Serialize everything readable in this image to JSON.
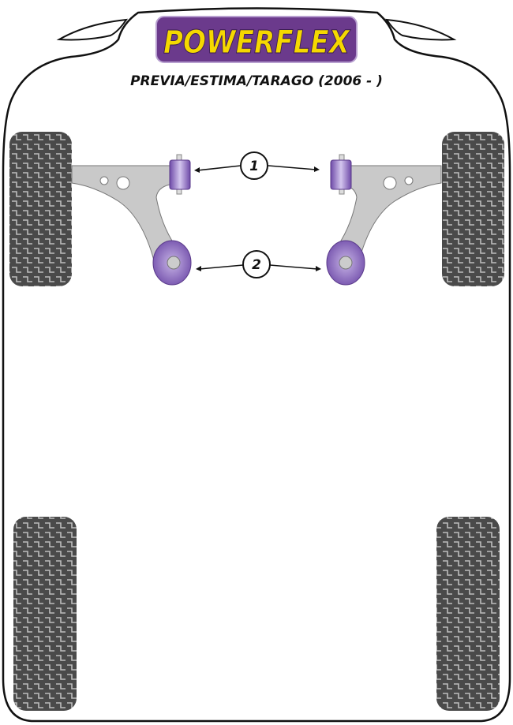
{
  "logo": {
    "text": "POWERFLEX"
  },
  "title": "PREVIA/ESTIMA/TARAGO (2006 - )",
  "callouts": [
    {
      "label": "1"
    },
    {
      "label": "2"
    }
  ],
  "colors": {
    "logo_yellow": "#f5d800",
    "logo_purple": "#6b3a8c",
    "bushing": "#8a6bc0",
    "arm": "#c9c9c9"
  }
}
